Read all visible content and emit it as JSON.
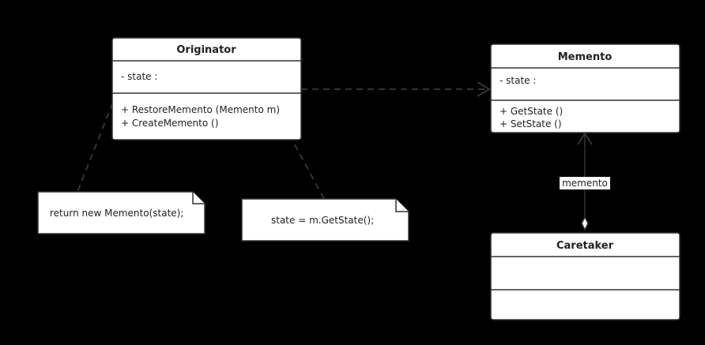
{
  "classes": {
    "originator": {
      "name": "Originator",
      "attributes": [
        "- state :"
      ],
      "operations": [
        "+ RestoreMemento (Memento m)",
        "+ CreateMemento ()"
      ]
    },
    "memento": {
      "name": "Memento",
      "attributes": [
        "- state :"
      ],
      "operations": [
        "+ GetState ()",
        "+ SetState ()"
      ]
    },
    "caretaker": {
      "name": "Caretaker",
      "attributes": [],
      "operations": []
    }
  },
  "notes": {
    "create_memento": "return new Memento(state);",
    "restore_memento": "state = m.GetState();"
  },
  "relationships": {
    "aggregation_label": "memento"
  },
  "colors": {
    "background": "#000000",
    "box_fill": "#ffffff",
    "stroke": "#333333",
    "text": "#222222"
  }
}
